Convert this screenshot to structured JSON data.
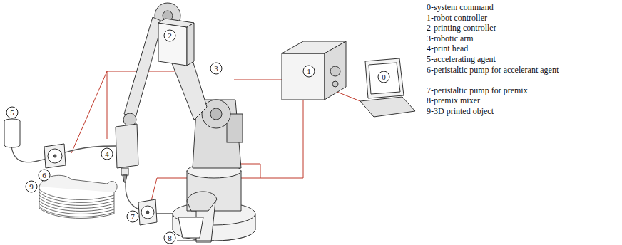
{
  "diagram": {
    "labels": [
      "2",
      "1",
      "0",
      "3",
      "5",
      "6",
      "4",
      "9",
      "7",
      "8",
      "0-system command",
      "1-robot controller",
      "2-printing controller",
      "3-robotic arm",
      "4-print head",
      "5-accelerating agent",
      "6-peristaltic pump for accelerant agent",
      "7-peristaltic pump for premix",
      "8-premix mixer",
      "9-3D printed object"
    ]
  }
}
